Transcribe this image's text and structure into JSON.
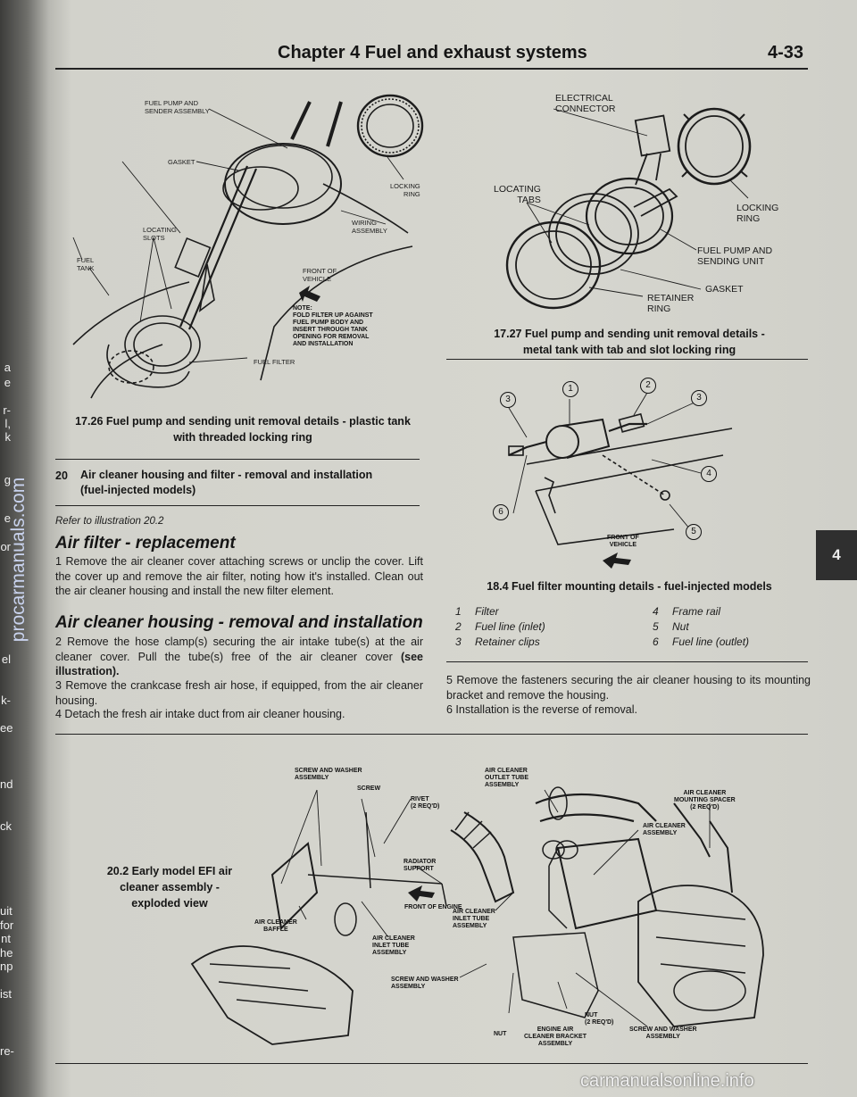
{
  "header": {
    "chapter_title": "Chapter 4  Fuel and exhaust systems",
    "page_number": "4-33"
  },
  "side_tab": "4",
  "left_margin_fragments": [
    "a",
    "e",
    "r-",
    "l,",
    "k",
    "g",
    "e",
    "or",
    "el",
    "k-",
    "ee",
    "nd",
    "ck",
    "uit",
    "for",
    "nt",
    "he",
    "np",
    "ist",
    "re-"
  ],
  "figure_1726": {
    "labels": {
      "pump": "FUEL PUMP AND\nSENDER ASSEMBLY",
      "gasket": "GASKET",
      "locking_ring": "LOCKING\nRING",
      "wiring": "WIRING\nASSEMBLY",
      "locating": "LOCATING\nSLOTS",
      "fuel_tank": "FUEL\nTANK",
      "front": "FRONT OF\nVEHICLE",
      "fuel_filter": "FUEL FILTER"
    },
    "note": "NOTE:\nFOLD FILTER UP AGAINST\nFUEL PUMP BODY AND\nINSERT THROUGH TANK\nOPENING FOR REMOVAL\nAND INSTALLATION",
    "caption": "17.26 Fuel pump and sending unit removal details - plastic tank\nwith threaded locking ring"
  },
  "figure_1727": {
    "labels": {
      "connector": "ELECTRICAL\nCONNECTOR",
      "locating": "LOCATING\nTABS",
      "locking": "LOCKING\nRING",
      "pump": "FUEL PUMP AND\nSENDING UNIT",
      "gasket": "GASKET",
      "retainer": "RETAINER\nRING"
    },
    "caption": "17.27 Fuel pump and sending unit removal details -\nmetal tank with tab and slot locking ring"
  },
  "figure_184": {
    "callouts": [
      "1",
      "2",
      "3",
      "3",
      "4",
      "5",
      "6"
    ],
    "front": "FRONT OF\nVEHICLE",
    "caption": "18.4 Fuel filter mounting details - fuel-injected models",
    "legend": [
      {
        "num": "1",
        "text": "Filter"
      },
      {
        "num": "2",
        "text": "Fuel line (inlet)"
      },
      {
        "num": "3",
        "text": "Retainer clips"
      },
      {
        "num": "4",
        "text": "Frame rail"
      },
      {
        "num": "5",
        "text": "Nut"
      },
      {
        "num": "6",
        "text": "Fuel line (outlet)"
      }
    ]
  },
  "section20": {
    "heading_num": "20",
    "heading": "Air cleaner housing and filter - removal and installation\n(fuel-injected models)",
    "refer": "Refer to illustration 20.2",
    "sub1": "Air filter - replacement",
    "p1": "1   Remove the air cleaner cover attaching screws or unclip the cover. Lift the cover up and remove the air filter, noting how it's installed. Clean out the air cleaner housing and install the new filter element.",
    "sub2": "Air cleaner housing - removal and installation",
    "p2_a": "2   Remove the hose clamp(s) securing the air intake tube(s) at the air cleaner cover. Pull the tube(s) free of the air cleaner cover ",
    "p2_b": "(see illustration).",
    "p3": "3   Remove the crankcase fresh air hose, if equipped, from the air cleaner housing.",
    "p4": "4   Detach the fresh air intake duct from air cleaner housing.",
    "p5": "5   Remove the fasteners securing the air cleaner housing to its mounting bracket and remove the housing.",
    "p6": "6   Installation is the reverse of removal."
  },
  "figure_202": {
    "caption": "20.2 Early model EFI air\ncleaner assembly -\nexploded view",
    "labels": {
      "screw_washer_top": "SCREW AND WASHER\nASSEMBLY",
      "screw": "SCREW",
      "rivet": "RIVET\n(2 REQ'D)",
      "outlet_tube": "AIR CLEANER\nOUTLET TUBE\nASSEMBLY",
      "spacer": "AIR CLEANER\nMOUNTING SPACER\n(2 REQ'D)",
      "ac_assembly": "AIR CLEANER\nASSEMBLY",
      "radiator": "RADIATOR\nSUPPORT",
      "front_engine": "FRONT OF ENGINE",
      "inlet_tube_right": "AIR CLEANER\nINLET TUBE\nASSEMBLY",
      "baffle": "AIR CLEANER\nBAFFLE",
      "inlet_tube_left": "AIR CLEANER\nINLET TUBE\nASSEMBLY",
      "screw_washer_mid": "SCREW AND WASHER\nASSEMBLY",
      "nut_2": "NUT\n(2 REQ'D)",
      "nut": "NUT",
      "bracket": "ENGINE AIR\nCLEANER BRACKET\nASSEMBLY",
      "screw_washer_bottom": "SCREW AND WASHER\nASSEMBLY"
    }
  },
  "watermarks": {
    "side": "procarmanuals.com",
    "bottom": "carmanualsonline.info"
  }
}
